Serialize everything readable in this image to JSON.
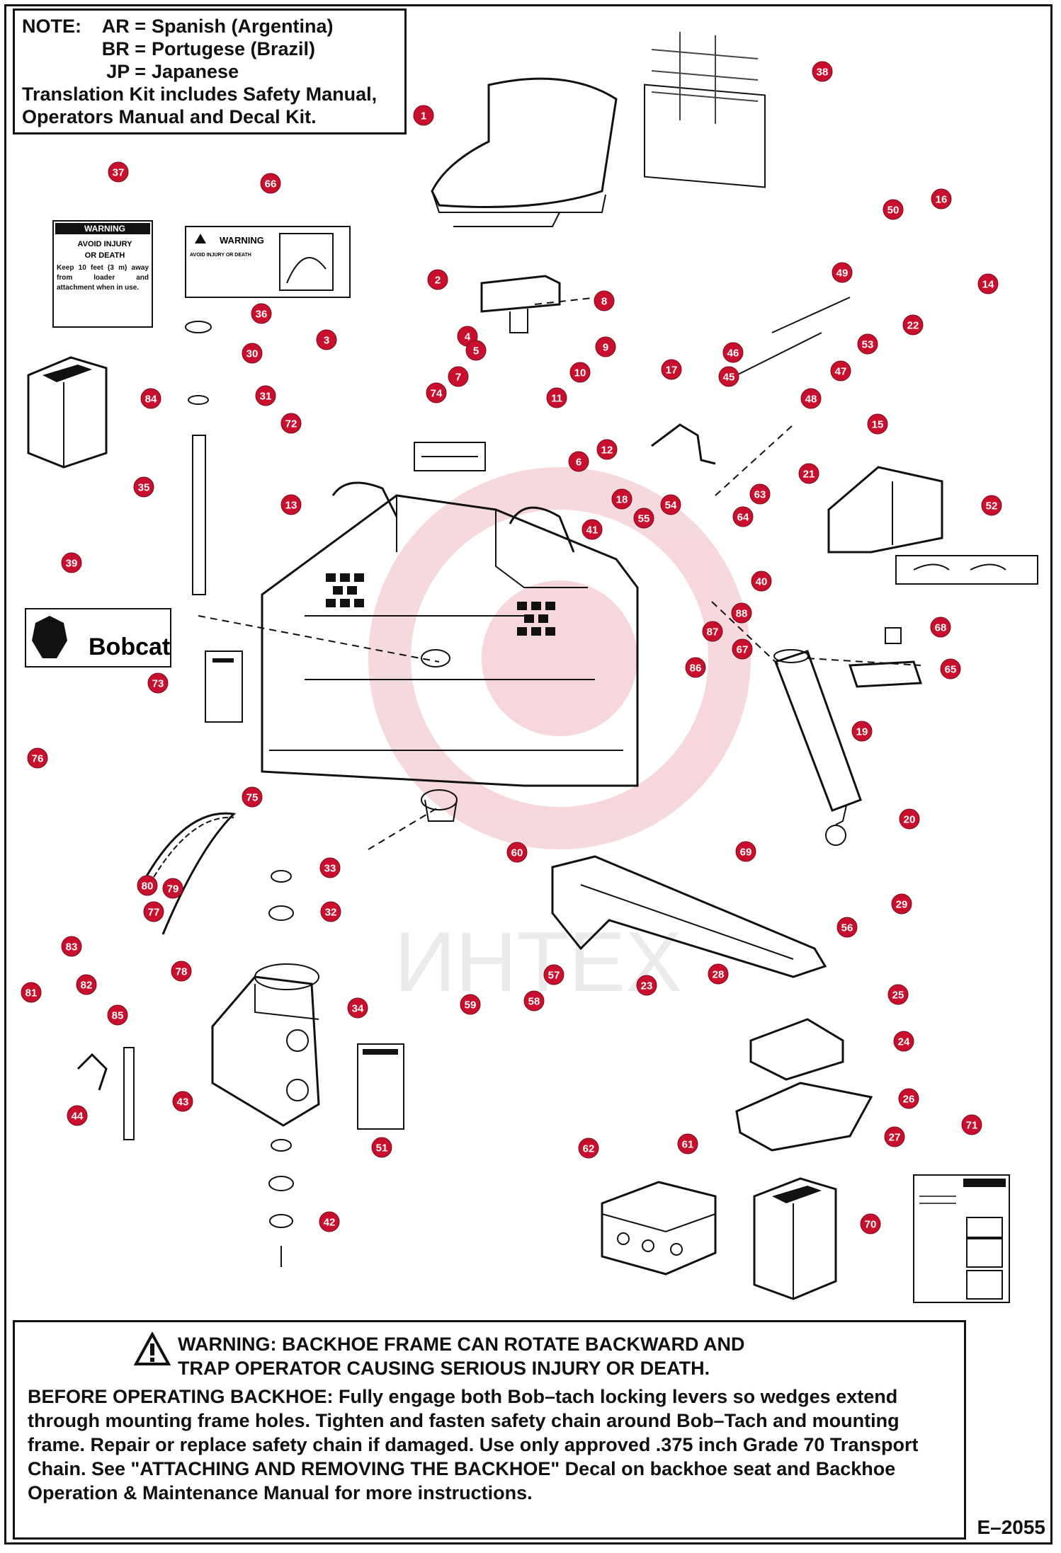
{
  "note": {
    "heading": "NOTE:",
    "languages": [
      {
        "code": "AR =",
        "name": "Spanish (Argentina)"
      },
      {
        "code": "BR =",
        "name": "Portugese (Brazil)"
      },
      {
        "code": "JP =",
        "name": "Japanese"
      }
    ],
    "kit_line1": "Translation Kit includes Safety Manual,",
    "kit_line2": "Operators Manual and Decal Kit."
  },
  "decal_37": {
    "title": "WARNING",
    "line1": "AVOID INJURY",
    "line2": "OR DEATH",
    "body": "Keep 10 feet (3 m) away from loader and attachment when in use."
  },
  "decal_66": {
    "title": "WARNING",
    "line1": "AVOID INJURY OR DEATH"
  },
  "logo_text": "Bobcat",
  "watermark": "ИНТЕХ",
  "warning": {
    "line1": "WARNING:  BACKHOE FRAME CAN ROTATE BACKWARD AND",
    "line2": "TRAP OPERATOR CAUSING SERIOUS INJURY OR DEATH.",
    "body": "BEFORE OPERATING BACKHOE:  Fully engage both Bob–tach locking levers so wedges extend through mounting frame holes. Tighten and fasten safety chain around Bob–Tach and mounting frame.  Repair or replace safety chain if damaged.  Use only approved .375 inch Grade 70 Transport Chain.  See \"ATTACHING AND REMOVING THE BACKHOE\" Decal on backhoe seat and Backhoe Operation & Maintenance Manual for more instructions."
  },
  "drawing_code": "E–2055",
  "callouts": [
    "1",
    "2",
    "3",
    "4",
    "5",
    "7",
    "8",
    "9",
    "10",
    "11",
    "12",
    "6",
    "13",
    "14",
    "15",
    "16",
    "17",
    "18",
    "19",
    "20",
    "21",
    "22",
    "23",
    "24",
    "25",
    "26",
    "27",
    "28",
    "29",
    "30",
    "31",
    "32",
    "33",
    "34",
    "35",
    "36",
    "37",
    "38",
    "39",
    "40",
    "41",
    "42",
    "43",
    "44",
    "45",
    "46",
    "47",
    "48",
    "49",
    "50",
    "51",
    "52",
    "53",
    "54",
    "55",
    "56",
    "57",
    "58",
    "59",
    "60",
    "61",
    "62",
    "63",
    "64",
    "65",
    "66",
    "67",
    "68",
    "69",
    "70",
    "71",
    "72",
    "73",
    "74",
    "75",
    "76",
    "77",
    "78",
    "79",
    "80",
    "81",
    "82",
    "83",
    "84",
    "85",
    "86",
    "87",
    "88"
  ],
  "callout_color": "#c8102e"
}
